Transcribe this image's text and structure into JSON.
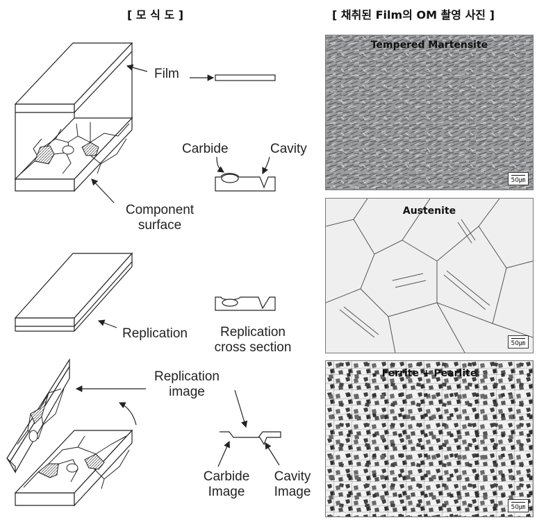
{
  "left_header": "[ 모 식 도 ]",
  "right_header": "[ 채취된 Film의  OM 촬영 사진 ]",
  "diagram": {
    "film": "Film",
    "carbide": "Carbide",
    "cavity": "Cavity",
    "component_line1": "Component",
    "component_line2": "surface",
    "replication": "Replication",
    "replication_cs_line1": "Replication",
    "replication_cs_line2": "cross section",
    "replication_image_line1": "Replication",
    "replication_image_line2": "image",
    "carbide_image_line1": "Carbide",
    "carbide_image_line2": "Image",
    "cavity_image_line1": "Cavity",
    "cavity_image_line2": "Image"
  },
  "photos": [
    {
      "title": "Tempered Martensite",
      "scale": "50㎛"
    },
    {
      "title": "Austenite",
      "scale": "50㎛"
    },
    {
      "title": "Ferrite + Pearlite",
      "scale": "50㎛"
    }
  ]
}
